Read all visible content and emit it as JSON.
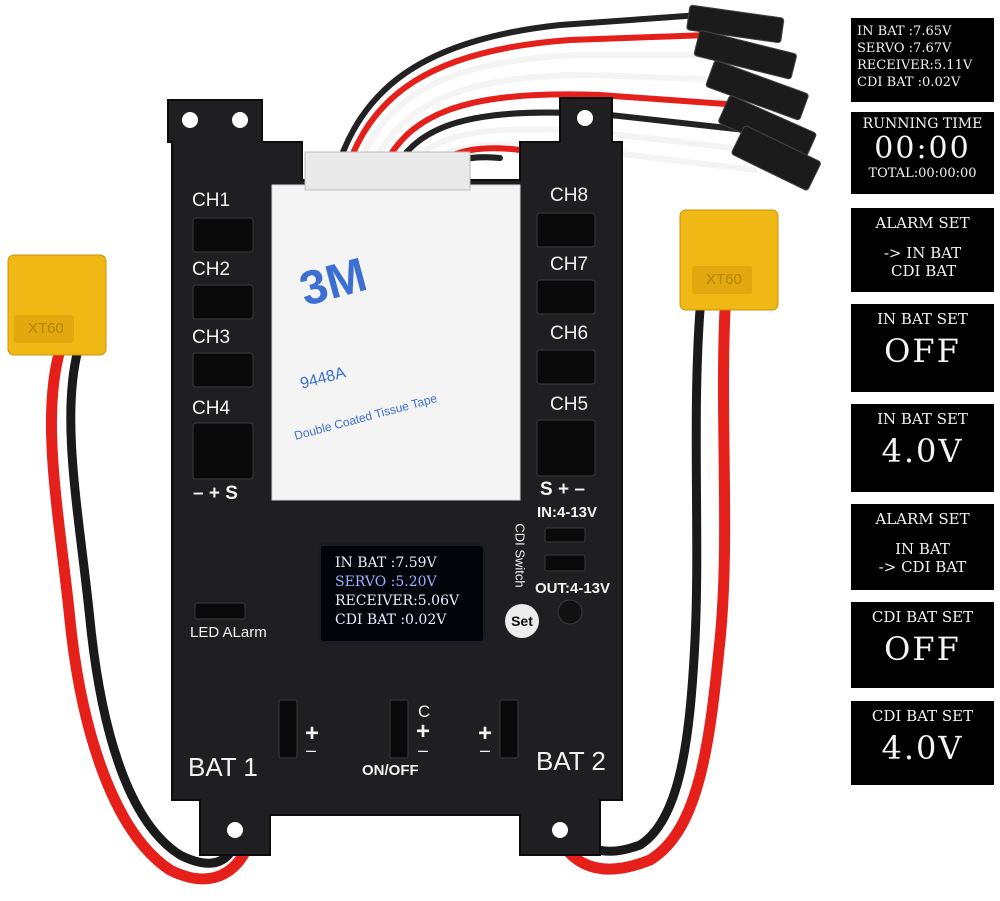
{
  "board": {
    "ch_left": [
      "CH1",
      "CH2",
      "CH3",
      "CH4"
    ],
    "ch_right": [
      "CH8",
      "CH7",
      "CH6",
      "CH5"
    ],
    "polarity_left": "– + S",
    "polarity_right": "S + –",
    "in_range": "IN:4-13V",
    "out_range": "OUT:4-13V",
    "cdi_switch": "CDI Switch",
    "led_alarm": "LED ALarm",
    "bat1": "BAT 1",
    "bat2": "BAT 2",
    "onoff": "ON/OFF",
    "set_button": "Set",
    "connector_label": "XT60",
    "switch_c": "C",
    "plus": "+",
    "minus": "–",
    "tape_brand": "3M",
    "tape_model": "9448A",
    "tape_desc": "Double Coated Tissue Tape"
  },
  "oled": {
    "lines": [
      "IN BAT   :7.59V",
      "SERVO     :5.20V",
      "RECEIVER:5.06V",
      "CDI BAT  :0.02V"
    ]
  },
  "panels": {
    "p1": [
      "IN BAT   :7.65V",
      "SERVO     :7.67V",
      "RECEIVER:5.11V",
      "CDI BAT  :0.02V"
    ],
    "p2": {
      "title": "RUNNING TIME",
      "value": "00:00",
      "total": "TOTAL:00:00:00"
    },
    "p3": {
      "title": "ALARM SET",
      "line1": "-> IN  BAT",
      "line2": "CDI BAT"
    },
    "p4": {
      "title": "IN BAT SET",
      "value": "OFF"
    },
    "p5": {
      "title": "IN BAT SET",
      "value": "4.0V"
    },
    "p6": {
      "title": "ALARM SET",
      "line1": "IN  BAT",
      "line2": "-> CDI BAT"
    },
    "p7": {
      "title": "CDI BAT SET",
      "value": "OFF"
    },
    "p8": {
      "title": "CDI BAT SET",
      "value": "4.0V"
    }
  },
  "colors": {
    "board": "#1f1f21",
    "wire_red": "#e5201a",
    "connector": "#f0b814",
    "screen_text": "#e8eeff"
  }
}
